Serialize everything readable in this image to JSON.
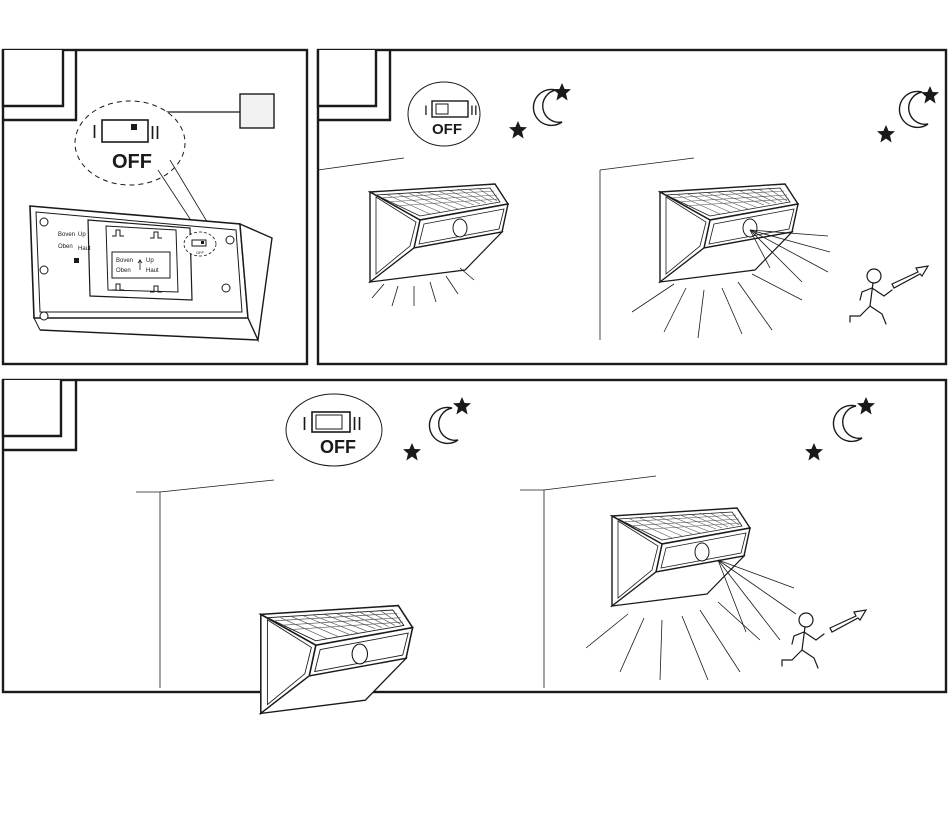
{
  "switch": {
    "on_symbol": "I",
    "mid_symbol": "II",
    "state_label": "OFF"
  },
  "mount_plate": {
    "label_top_left": "Boven",
    "label_top_right": "Up",
    "label_bottom_left": "Oben",
    "label_bottom_right": "Haut"
  },
  "colors": {
    "line": "#1a1a1a",
    "callout_fill": "#f2f2f2",
    "background": "#ffffff"
  },
  "icons": [
    "moon-icon",
    "star-icon",
    "running-person-icon",
    "motion-arrow-icon",
    "light-rays-icon"
  ]
}
